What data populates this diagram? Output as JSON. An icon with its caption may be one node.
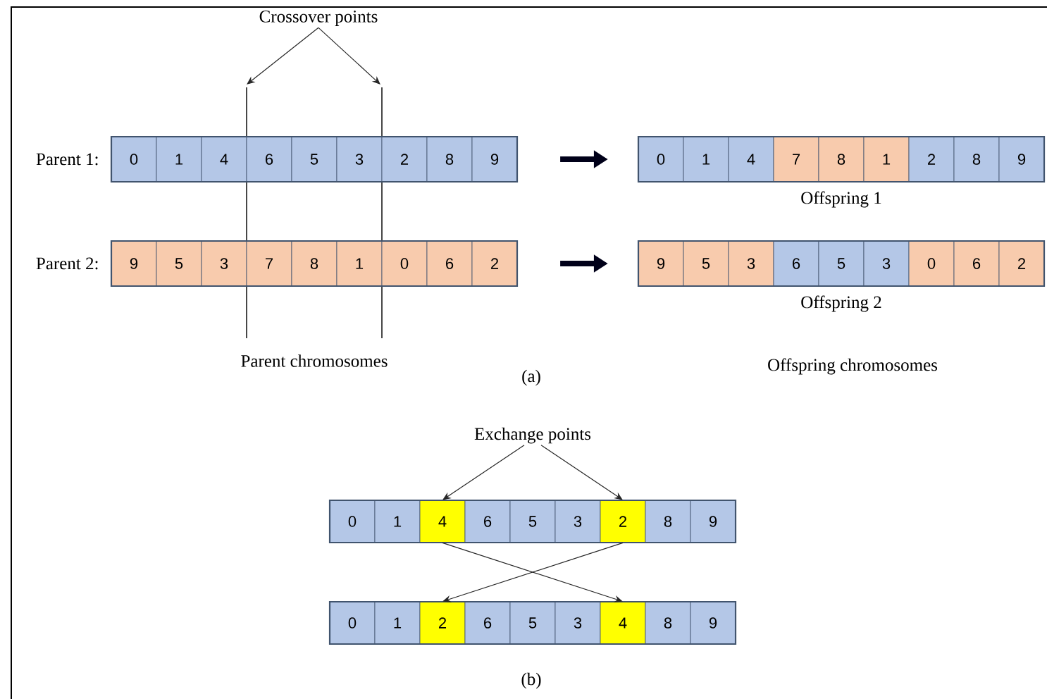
{
  "diagram": {
    "nodes": [
      {
        "text": [
          "Crossover points"
        ]
      },
      {
        "text": [],
        "shape": "bar",
        "beside": [
          "Parent 1:"
        ]
      },
      {
        "text": [
          "0"
        ],
        "in": 1
      },
      {
        "text": [
          "1"
        ],
        "in": 1
      },
      {
        "text": [
          "4"
        ],
        "in": 1
      },
      {
        "text": [
          "6"
        ],
        "in": 1
      },
      {
        "text": [
          "5"
        ],
        "in": 1
      },
      {
        "text": [
          "3"
        ],
        "in": 1
      },
      {
        "text": [
          "2"
        ],
        "in": 1
      },
      {
        "text": [
          "8"
        ],
        "in": 1
      },
      {
        "text": [
          "9"
        ],
        "in": 1
      },
      {
        "text": [],
        "shape": "bar",
        "beside": [
          "Offspring 1"
        ]
      },
      {
        "text": [
          "0"
        ],
        "in": 11
      },
      {
        "text": [
          "1"
        ],
        "in": 11
      },
      {
        "text": [
          "4"
        ],
        "in": 11
      },
      {
        "text": [
          "7"
        ],
        "in": 11
      },
      {
        "text": [
          "8"
        ],
        "in": 11
      },
      {
        "text": [
          "1"
        ],
        "in": 11
      },
      {
        "text": [
          "2"
        ],
        "in": 11
      },
      {
        "text": [
          "8"
        ],
        "in": 11
      },
      {
        "text": [
          "9"
        ],
        "in": 11
      },
      {
        "text": [],
        "shape": "bar",
        "beside": [
          "Parent 2:"
        ]
      },
      {
        "text": [
          "9"
        ],
        "in": 21
      },
      {
        "text": [
          "5"
        ],
        "in": 21
      },
      {
        "text": [
          "3"
        ],
        "in": 21
      },
      {
        "text": [
          "7"
        ],
        "in": 21
      },
      {
        "text": [
          "8"
        ],
        "in": 21
      },
      {
        "text": [
          "1"
        ],
        "in": 21
      },
      {
        "text": [
          "0"
        ],
        "in": 21
      },
      {
        "text": [
          "6"
        ],
        "in": 21
      },
      {
        "text": [
          "2"
        ],
        "in": 21
      },
      {
        "text": [],
        "shape": "bar",
        "beside": [
          "Offspring 2"
        ]
      },
      {
        "text": [
          "9"
        ],
        "in": 31
      },
      {
        "text": [
          "5"
        ],
        "in": 31
      },
      {
        "text": [
          "3"
        ],
        "in": 31
      },
      {
        "text": [
          "6"
        ],
        "in": 31
      },
      {
        "text": [
          "5"
        ],
        "in": 31
      },
      {
        "text": [
          "3"
        ],
        "in": 31
      },
      {
        "text": [
          "0"
        ],
        "in": 31
      },
      {
        "text": [
          "6"
        ],
        "in": 31
      },
      {
        "text": [
          "2"
        ],
        "in": 31
      },
      {
        "text": [
          "Exchange points"
        ]
      },
      {
        "text": [],
        "shape": "bar"
      },
      {
        "text": [
          "0"
        ],
        "in": 42
      },
      {
        "text": [
          "1"
        ],
        "in": 42
      },
      {
        "text": [
          "4"
        ],
        "in": 42
      },
      {
        "text": [
          "6"
        ],
        "in": 42
      },
      {
        "text": [
          "5"
        ],
        "in": 42
      },
      {
        "text": [
          "3"
        ],
        "in": 42
      },
      {
        "text": [
          "2"
        ],
        "in": 42
      },
      {
        "text": [
          "8"
        ],
        "in": 42
      },
      {
        "text": [
          "9"
        ],
        "in": 42
      },
      {
        "text": [],
        "shape": "bar"
      },
      {
        "text": [
          "0"
        ],
        "in": 52
      },
      {
        "text": [
          "1"
        ],
        "in": 52
      },
      {
        "text": [
          "2"
        ],
        "in": 52
      },
      {
        "text": [
          "6"
        ],
        "in": 52
      },
      {
        "text": [
          "5"
        ],
        "in": 52
      },
      {
        "text": [
          "3"
        ],
        "in": 52
      },
      {
        "text": [
          "4"
        ],
        "in": 52
      },
      {
        "text": [
          "8"
        ],
        "in": 52
      },
      {
        "text": [
          "9"
        ],
        "in": 52
      }
    ],
    "edges": [
      {
        "from": 0,
        "to": null,
        "arrow": "to"
      },
      {
        "from": 0,
        "to": null,
        "arrow": "to"
      },
      {
        "from": 1,
        "to": 11,
        "arrow": "to",
        "style": "thick"
      },
      {
        "from": 21,
        "to": 31,
        "arrow": "to",
        "style": "thick"
      },
      {
        "from": 41,
        "to": 45,
        "arrow": "to"
      },
      {
        "from": 41,
        "to": 49,
        "arrow": "to"
      },
      {
        "from": 45,
        "to": 59,
        "arrow": "to"
      },
      {
        "from": 49,
        "to": 55,
        "arrow": "to"
      }
    ],
    "labels": [
      "Parent chromosomes",
      "(a)",
      "Offspring chromosomes",
      "(b)"
    ]
  }
}
